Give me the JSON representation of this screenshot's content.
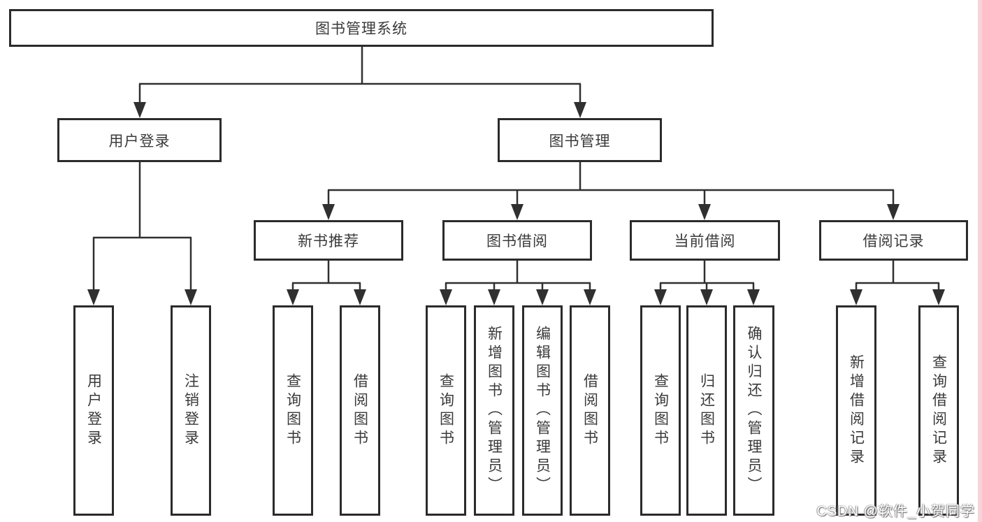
{
  "diagram": {
    "root": "图书管理系统",
    "level2": [
      "用户登录",
      "图书管理"
    ],
    "level3": [
      "新书推荐",
      "图书借阅",
      "当前借阅",
      "借阅记录"
    ],
    "leaves": {
      "user_login": [
        "用户登录",
        "注销登录"
      ],
      "new_book": [
        "查询图书",
        "借阅图书"
      ],
      "book_borrow": [
        "查询图书",
        "新增图书（管理员）",
        "编辑图书（管理员）",
        "借阅图书"
      ],
      "current_borrow": [
        "查询图书",
        "归还图书",
        "确认归还（管理员）"
      ],
      "borrow_records": [
        "新增借阅记录",
        "查询借阅记录"
      ]
    },
    "watermark": "CSDN @软件_小贺同学",
    "colors": {
      "line": "#303030",
      "box_border": "#2b2b2b",
      "text": "#3a3a3a",
      "background": "#ffffff",
      "edge_strip": "#f7d4d7",
      "watermark_text": "#ffffff"
    }
  }
}
